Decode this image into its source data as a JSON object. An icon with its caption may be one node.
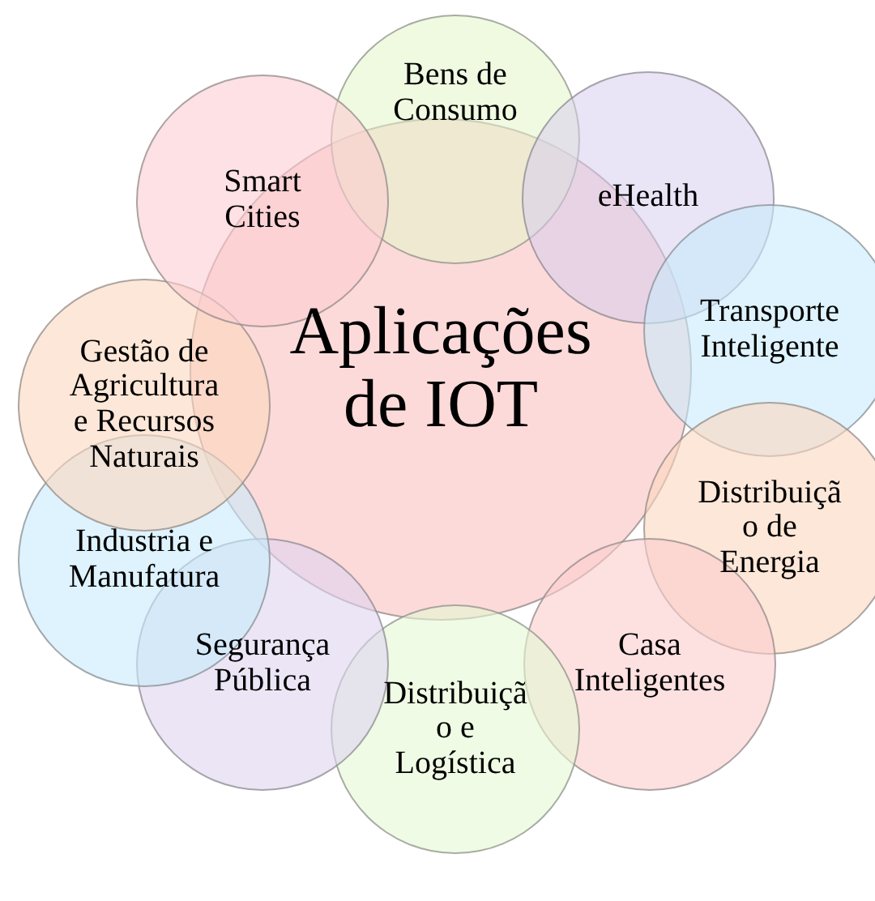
{
  "diagram": {
    "nodes": [
      {
        "text": [
          "Aplicações de IOT"
        ]
      },
      {
        "text": [
          "Bens de Consumo"
        ]
      },
      {
        "text": [
          "eHealth"
        ]
      },
      {
        "text": [
          "Transporte Inteligente"
        ]
      },
      {
        "text": [
          "Distribuição de Energia"
        ]
      },
      {
        "text": [
          "Casa Inteligentes"
        ]
      },
      {
        "text": [
          "Distribuição e Logística"
        ]
      },
      {
        "text": [
          "Segurança Pública"
        ]
      },
      {
        "text": [
          "Industria e Manufatura"
        ]
      },
      {
        "text": [
          "Gestão de Agricultura e Recursos Naturais"
        ]
      },
      {
        "text": [
          "Smart Cities"
        ]
      }
    ],
    "edges": []
  }
}
